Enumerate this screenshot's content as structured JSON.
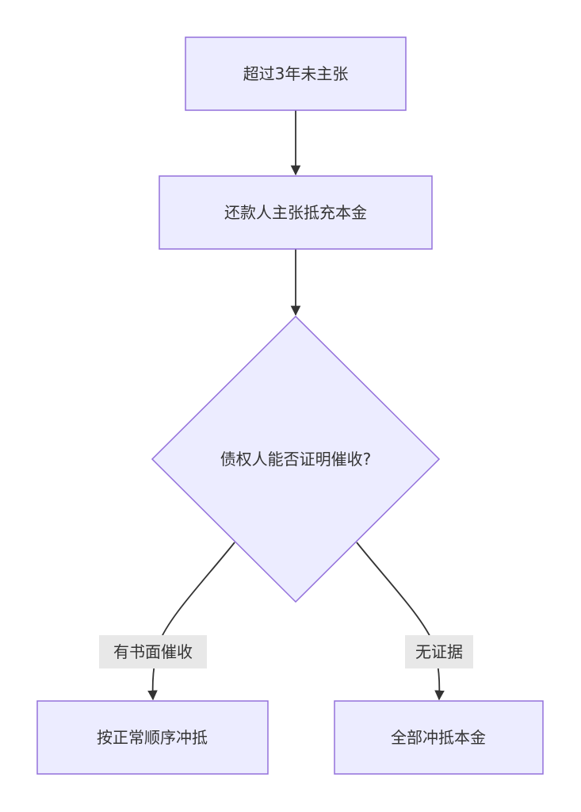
{
  "diagram": {
    "nodes": {
      "start": {
        "label": "超过3年未主张"
      },
      "claim": {
        "label": "还款人主张抵充本金"
      },
      "decision": {
        "label": "债权人能否证明催收?"
      },
      "normal": {
        "label": "按正常顺序冲抵"
      },
      "principal": {
        "label": "全部冲抵本金"
      }
    },
    "edges": {
      "yes_label": "有书面催收",
      "no_label": "无证据"
    }
  },
  "colors": {
    "node_fill": "#ECECFF",
    "node_stroke": "#9370DB",
    "edge": "#333333",
    "edge_label_bg": "#E8E8E8"
  }
}
